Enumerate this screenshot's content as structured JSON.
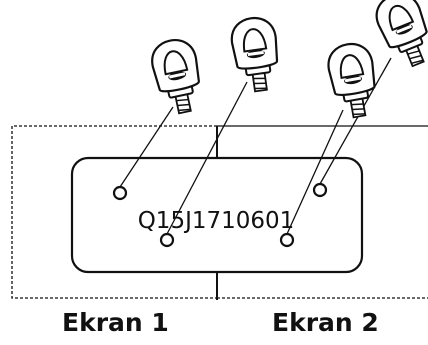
{
  "diagram": {
    "serial_number": "Q15J1710601",
    "screen_labels": [
      "Ekran 1",
      "Ekran 2"
    ],
    "icons": [
      "thumbscrew-icon",
      "thumbscrew-icon",
      "thumbscrew-icon",
      "thumbscrew-icon"
    ],
    "colors": {
      "ink": "#111111",
      "screw_fill": "#ffffff"
    }
  }
}
